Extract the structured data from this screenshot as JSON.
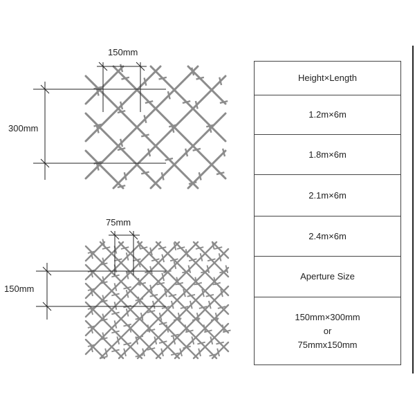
{
  "dimensions": {
    "top_width": "150mm",
    "top_height": "300mm",
    "bottom_width": "75mm",
    "bottom_height": "150mm"
  },
  "table": {
    "rows": [
      "Height×Length",
      "1.2m×6m",
      "1.8m×6m",
      "2.1m×6m",
      "2.4m×6m",
      "Aperture Size"
    ],
    "aperture_lines": [
      "150mm×300mm",
      "or",
      "75mmx150mm"
    ]
  },
  "colors": {
    "wire": "#8c8c8c",
    "dimension_line": "#222222",
    "border": "#444444"
  }
}
